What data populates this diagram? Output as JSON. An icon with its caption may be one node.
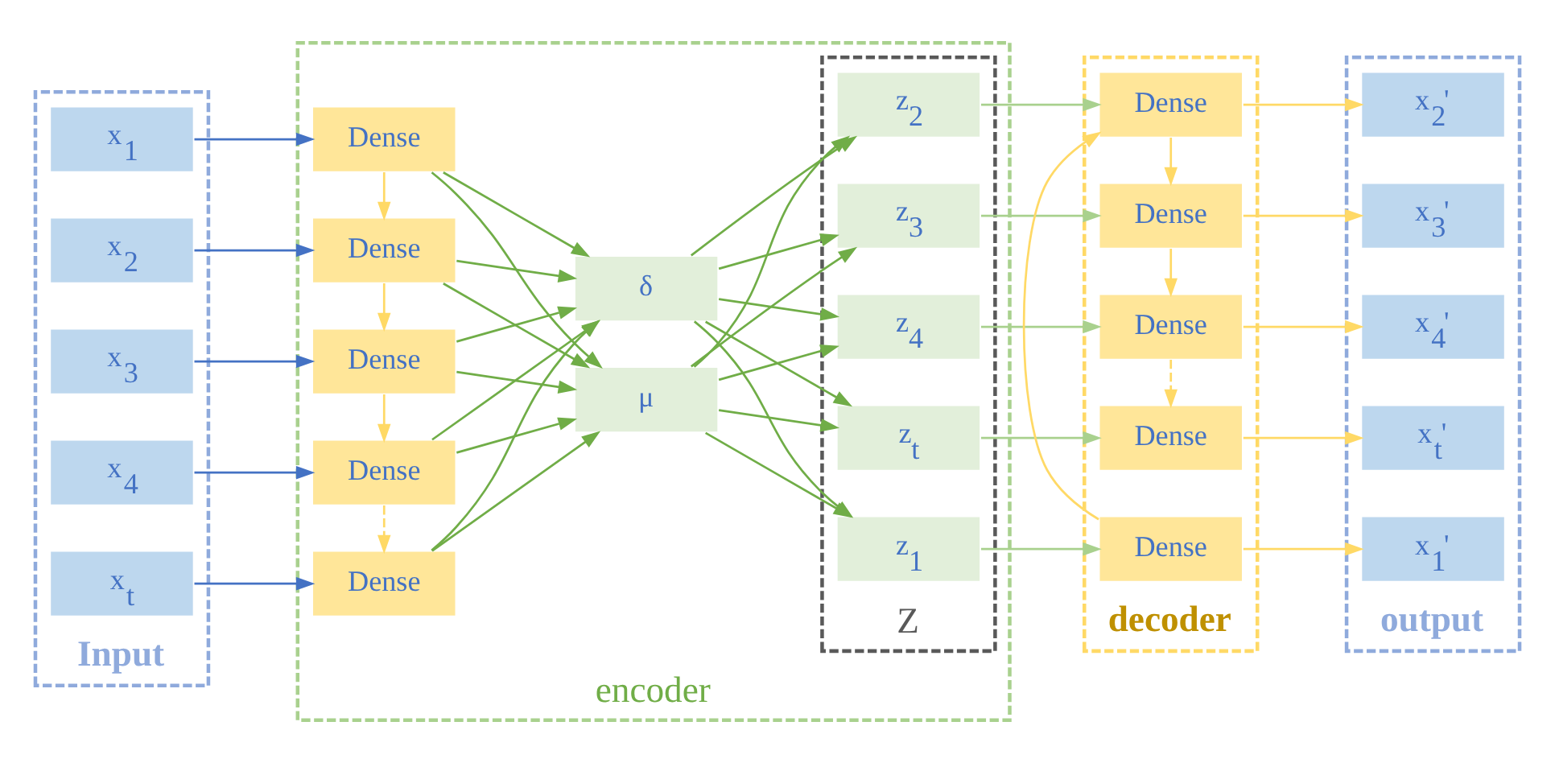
{
  "diagram": {
    "nodes": [
      {
        "text": [
          "Input"
        ]
      },
      {
        "text": [
          "x$_{1}$"
        ],
        "in": 0
      },
      {
        "text": [
          "x$_{2}$"
        ],
        "in": 0
      },
      {
        "text": [
          "x$_{3}$"
        ],
        "in": 0
      },
      {
        "text": [
          "x$_{4}$"
        ],
        "in": 0
      },
      {
        "text": [
          "x$_{t}$"
        ],
        "in": 0
      },
      {
        "text": [
          "encoder"
        ]
      },
      {
        "text": [
          "Dense"
        ],
        "in": 6
      },
      {
        "text": [
          "Dense"
        ],
        "in": 6
      },
      {
        "text": [
          "Dense"
        ],
        "in": 6
      },
      {
        "text": [
          "Dense"
        ],
        "in": 6
      },
      {
        "text": [
          "Dense"
        ],
        "in": 6
      },
      {
        "text": [
          "μ"
        ],
        "in": 6
      },
      {
        "text": [
          "δ"
        ],
        "in": 6
      },
      {
        "text": [
          "Z"
        ],
        "in": 6
      },
      {
        "text": [
          "z$_{1}$"
        ],
        "in": 14
      },
      {
        "text": [
          "z$_{2}$"
        ],
        "in": 14
      },
      {
        "text": [
          "z$_{3}$"
        ],
        "in": 14
      },
      {
        "text": [
          "z$_{4}$"
        ],
        "in": 14
      },
      {
        "text": [
          "z$_{t}$"
        ],
        "in": 14
      },
      {
        "text": [
          "decoder"
        ]
      },
      {
        "text": [
          "Dense"
        ],
        "in": 20
      },
      {
        "text": [
          "Dense"
        ],
        "in": 20
      },
      {
        "text": [
          "Dense"
        ],
        "in": 20
      },
      {
        "text": [
          "Dense"
        ],
        "in": 20
      },
      {
        "text": [
          "Dense"
        ],
        "in": 20
      },
      {
        "text": [
          "output"
        ]
      },
      {
        "text": [
          "x$_{1}$'"
        ],
        "in": 26
      },
      {
        "text": [
          "x$_{2}$'"
        ],
        "in": 26
      },
      {
        "text": [
          "x$_{3}$'"
        ],
        "in": 26
      },
      {
        "text": [
          "x$_{4}$'"
        ],
        "in": 26
      },
      {
        "text": [
          "x$_{t}$'"
        ],
        "in": 26
      }
    ],
    "edges": [
      {
        "from": 1,
        "to": 7,
        "arrow": "to",
        "color": "#4472c4"
      },
      {
        "from": 2,
        "to": 8,
        "arrow": "to",
        "color": "#4472c4"
      },
      {
        "from": 3,
        "to": 9,
        "arrow": "to",
        "color": "#4472c4"
      },
      {
        "from": 4,
        "to": 10,
        "arrow": "to",
        "color": "#4472c4"
      },
      {
        "from": 5,
        "to": 11,
        "arrow": "to",
        "color": "#4472c4"
      },
      {
        "from": 7,
        "to": 8,
        "arrow": "to",
        "color": "#ffd966"
      },
      {
        "from": 8,
        "to": 9,
        "arrow": "to",
        "color": "#ffd966"
      },
      {
        "from": 9,
        "to": 10,
        "arrow": "to",
        "color": "#ffd966"
      },
      {
        "from": 10,
        "to": 11,
        "arrow": "to",
        "style": "dashed",
        "color": "#ffd966"
      },
      {
        "from": 7,
        "to": 12,
        "arrow": "to"
      },
      {
        "from": 7,
        "to": 13,
        "arrow": "to"
      },
      {
        "from": 8,
        "to": 12,
        "arrow": "to"
      },
      {
        "from": 8,
        "to": 13,
        "arrow": "to"
      },
      {
        "from": 9,
        "to": 12,
        "arrow": "to"
      },
      {
        "from": 9,
        "to": 13,
        "arrow": "to"
      },
      {
        "from": 10,
        "to": 12,
        "arrow": "to"
      },
      {
        "from": 10,
        "to": 13,
        "arrow": "to"
      },
      {
        "from": 11,
        "to": 12,
        "arrow": "to"
      },
      {
        "from": 11,
        "to": 13,
        "arrow": "to"
      },
      {
        "from": 12,
        "to": 15,
        "arrow": "to"
      },
      {
        "from": 12,
        "to": 16,
        "arrow": "to"
      },
      {
        "from": 12,
        "to": 17,
        "arrow": "to"
      },
      {
        "from": 12,
        "to": 18,
        "arrow": "to"
      },
      {
        "from": 12,
        "to": 19,
        "arrow": "to"
      },
      {
        "from": 13,
        "to": 15,
        "arrow": "to"
      },
      {
        "from": 13,
        "to": 16,
        "arrow": "to"
      },
      {
        "from": 13,
        "to": 17,
        "arrow": "to"
      },
      {
        "from": 13,
        "to": 18,
        "arrow": "to"
      },
      {
        "from": 13,
        "to": 19,
        "arrow": "to"
      },
      {
        "from": 15,
        "to": 21,
        "arrow": "to",
        "color": "#a9d18e"
      },
      {
        "from": 16,
        "to": 22,
        "arrow": "to",
        "color": "#a9d18e"
      },
      {
        "from": 17,
        "to": 23,
        "arrow": "to",
        "color": "#a9d18e"
      },
      {
        "from": 18,
        "to": 24,
        "arrow": "to",
        "color": "#a9d18e"
      },
      {
        "from": 19,
        "to": 25,
        "arrow": "to",
        "color": "#a9d18e"
      },
      {
        "from": 21,
        "to": 22,
        "arrow": "to",
        "color": "#ffd966"
      },
      {
        "from": 22,
        "to": 23,
        "arrow": "to",
        "color": "#ffd966"
      },
      {
        "from": 23,
        "to": 24,
        "arrow": "to",
        "color": "#ffd966"
      },
      {
        "from": 24,
        "to": 25,
        "arrow": "to",
        "style": "dashed",
        "color": "#ffd966"
      },
      {
        "from": 21,
        "to": 27,
        "arrow": "to",
        "color": "#ffd966"
      },
      {
        "from": 22,
        "to": 28,
        "arrow": "to",
        "color": "#ffd966"
      },
      {
        "from": 23,
        "to": 29,
        "arrow": "to",
        "color": "#ffd966"
      },
      {
        "from": 24,
        "to": 30,
        "arrow": "to",
        "color": "#ffd966"
      },
      {
        "from": 25,
        "to": 31,
        "arrow": "to",
        "color": "#ffd966"
      }
    ]
  }
}
